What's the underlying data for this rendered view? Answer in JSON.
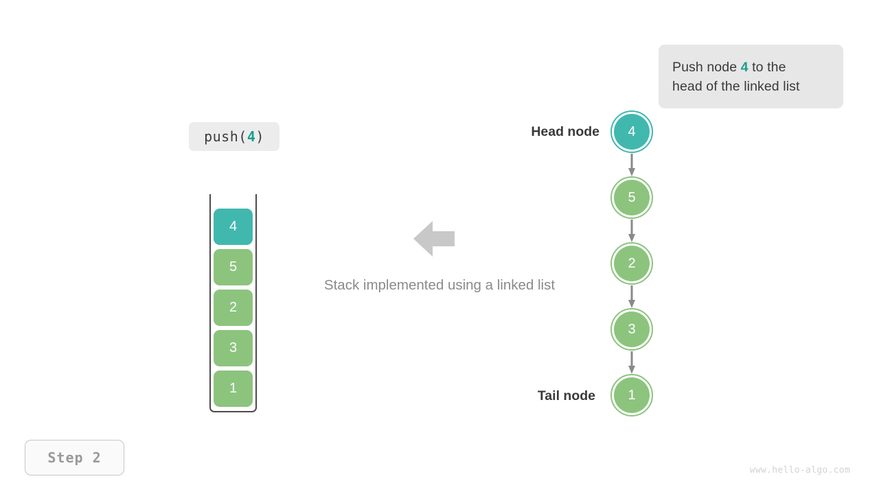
{
  "annotation": {
    "prefix": "Push node ",
    "highlight": "4",
    "suffix": " to the",
    "line2": "head of the linked list"
  },
  "operation": {
    "name": "push",
    "open_paren": "(",
    "arg": "4",
    "close_paren": ")"
  },
  "caption": {
    "text": "Stack implemented using a linked list"
  },
  "stack": {
    "label": "stack-container",
    "boxes": [
      {
        "value": "4",
        "color": "#41b8ae",
        "highlighted": true
      },
      {
        "value": "5",
        "color": "#8cc47e",
        "highlighted": false
      },
      {
        "value": "2",
        "color": "#8cc47e",
        "highlighted": false
      },
      {
        "value": "3",
        "color": "#8cc47e",
        "highlighted": false
      },
      {
        "value": "1",
        "color": "#8cc47e",
        "highlighted": false
      }
    ]
  },
  "linked_list": {
    "head_label": "Head node",
    "tail_label": "Tail node",
    "nodes": [
      {
        "value": "4",
        "color": "#41b8ae",
        "highlighted": true
      },
      {
        "value": "5",
        "color": "#8cc47e",
        "highlighted": false
      },
      {
        "value": "2",
        "color": "#8cc47e",
        "highlighted": false
      },
      {
        "value": "3",
        "color": "#8cc47e",
        "highlighted": false
      },
      {
        "value": "1",
        "color": "#8cc47e",
        "highlighted": false
      }
    ],
    "arrow_color": "#8a8a8a"
  },
  "step_badge": {
    "text": "Step 2"
  },
  "watermark": {
    "text": "www.hello-algo.com"
  },
  "colors": {
    "teal": "#41b8ae",
    "green": "#8cc47e",
    "teal_text": "#1b9e8f",
    "gray_arrow": "#c8c8c8",
    "caption_gray": "#8a8a8a",
    "bubble_bg": "#e7e7e7"
  }
}
